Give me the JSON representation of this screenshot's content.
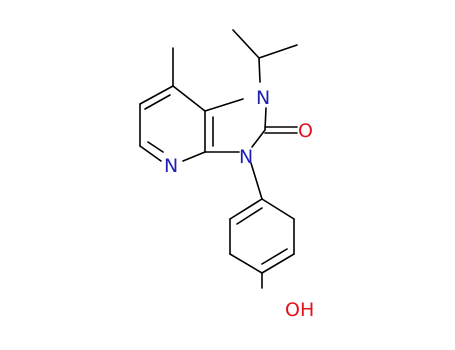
{
  "molecule": {
    "atoms": {
      "n1": "N",
      "n3": "N",
      "n_pyridine": "N",
      "o_carbonyl": "O",
      "o_hydroxyl": "OH"
    },
    "colors": {
      "bond": "#000000",
      "nitrogen": "#1f1fb4",
      "oxygen": "#e0141e"
    }
  }
}
